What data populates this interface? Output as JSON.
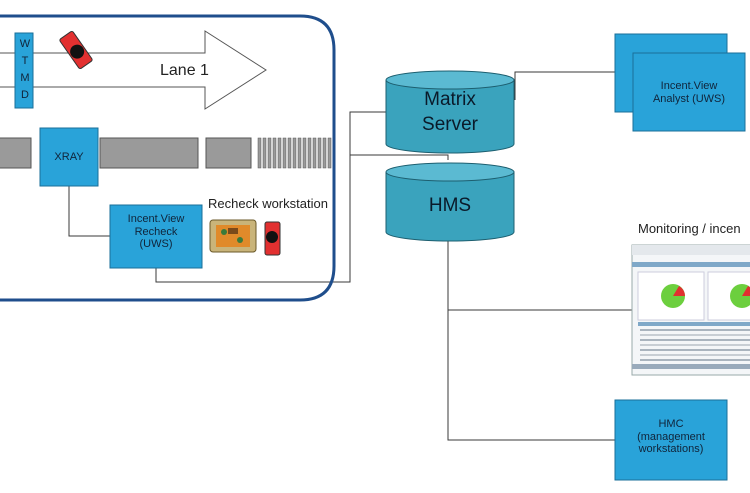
{
  "lane": {
    "label": "Lane 1",
    "wtmd_letters": [
      "W",
      "T",
      "M",
      "D"
    ]
  },
  "xray": {
    "label": "XRAY"
  },
  "recheck": {
    "label_lines": [
      "Incent.View",
      "Recheck",
      "(UWS)"
    ],
    "workstation_label": "Recheck workstation"
  },
  "matrix_server": {
    "label_lines": [
      "Matrix",
      "Server"
    ]
  },
  "hms": {
    "label": "HMS"
  },
  "analyst": {
    "label_lines": [
      "Incent.View",
      "Analyst (UWS)"
    ]
  },
  "monitoring": {
    "label": "Monitoring / incen"
  },
  "hmc": {
    "label_lines": [
      "HMC",
      "(management",
      "workstations)"
    ]
  },
  "colors": {
    "box_blue": "#29a3d9",
    "cylinder_teal": "#3aa3bd",
    "frame_navy": "#1f4e8c",
    "conveyor_gray": "#8a8a8a"
  }
}
